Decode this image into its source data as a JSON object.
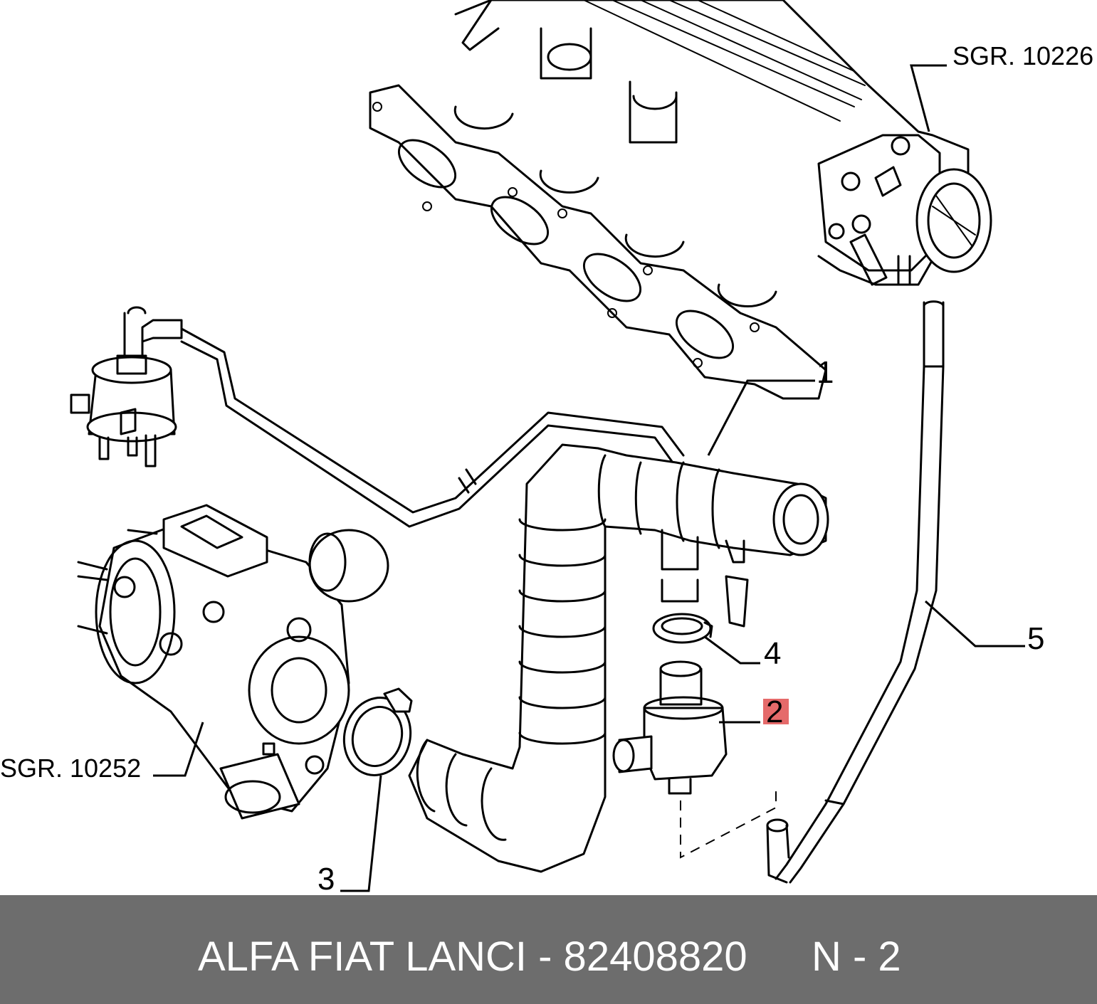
{
  "diagram": {
    "callouts": [
      {
        "id": "1",
        "label": "1"
      },
      {
        "id": "2",
        "label": "2",
        "highlight": "#e56a6a"
      },
      {
        "id": "3",
        "label": "3"
      },
      {
        "id": "4",
        "label": "4"
      },
      {
        "id": "5",
        "label": "5"
      }
    ],
    "references": {
      "top_right": "SGR. 10226",
      "left": "SGR. 10252"
    }
  },
  "footer": {
    "part_text": "ALFA FIAT LANCI - 82408820",
    "position_text": "N - 2",
    "background": "#6d6d6d",
    "text_color": "#ffffff"
  }
}
